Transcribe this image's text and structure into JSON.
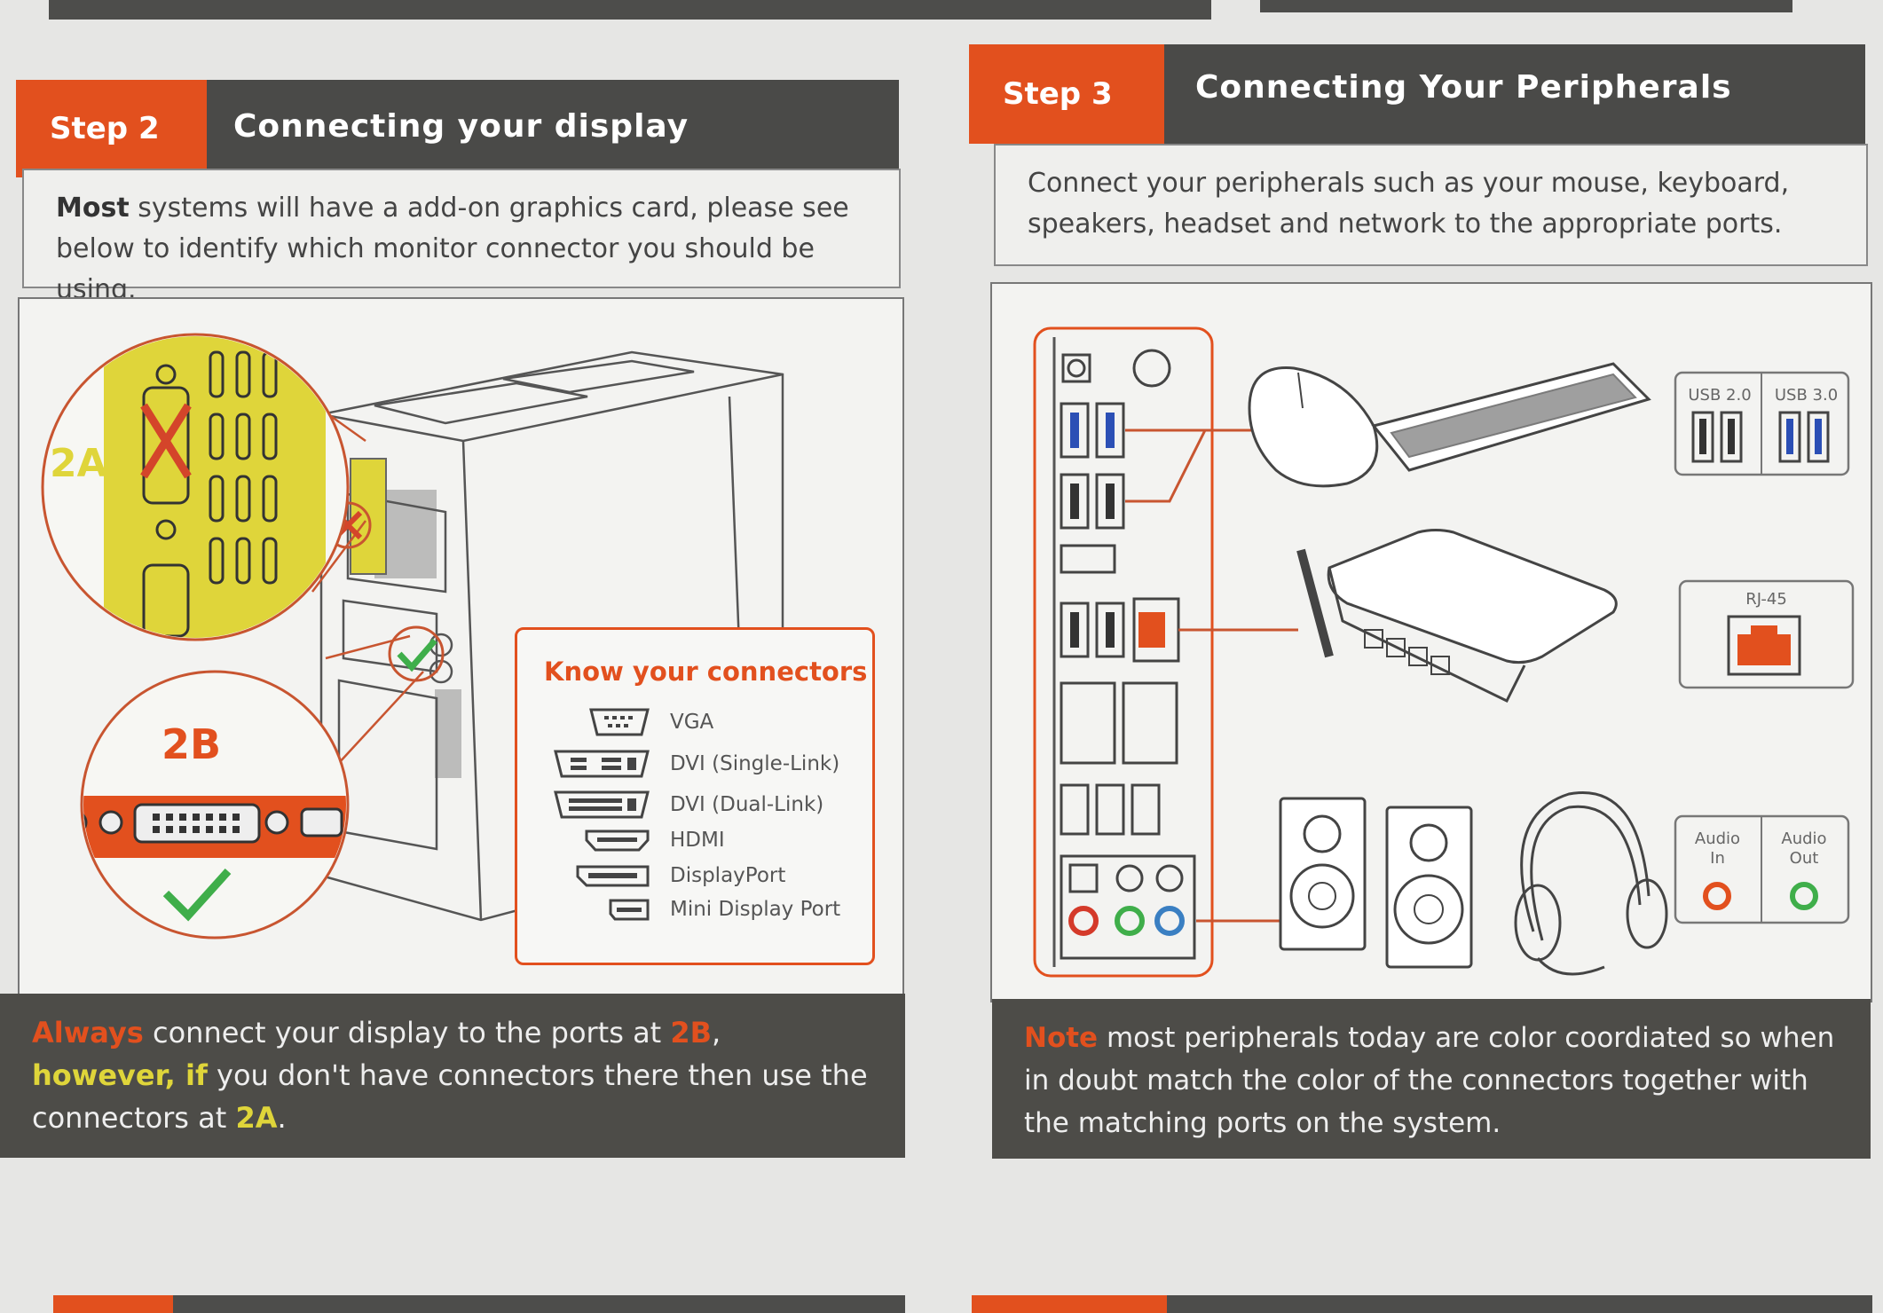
{
  "step2": {
    "step_label": "Step 2",
    "title": "Connecting your display",
    "intro_bold": "Most",
    "intro_rest": " systems will have a add-on graphics card, please see below to identify which monitor connector you should be using.",
    "callout_a": "2A",
    "callout_b": "2B",
    "connectors_title": "Know your connectors",
    "connectors": [
      "VGA",
      "DVI (Single-Link)",
      "DVI (Dual-Link)",
      "HDMI",
      "DisplayPort",
      "Mini Display Port"
    ],
    "note": {
      "always": "Always",
      "part1": " connect your display to the ports at ",
      "ref_b": "2B",
      "comma": ",",
      "however": "however, if",
      "part2": " you don't have connectors there then use the connectors at ",
      "ref_a": "2A",
      "end": "."
    }
  },
  "step3": {
    "step_label": "Step 3",
    "title": "Connecting Your Peripherals",
    "intro": "Connect your peripherals such as your mouse, keyboard, speakers, headset and network to the appropriate ports.",
    "usb20": "USB 2.0",
    "usb30": "USB 3.0",
    "rj45": "RJ-45",
    "audio_in": "Audio In",
    "audio_out": "Audio Out",
    "note": {
      "note_word": "Note",
      "text": " most peripherals today are color coordiated so when in doubt match the color of the connectors together with the matching ports on the system."
    }
  },
  "colors": {
    "orange": "#e2501e",
    "dark": "#4a4a48",
    "yellow": "#dfd53a",
    "green": "#3fae4a",
    "blue": "#2b4fb5"
  }
}
